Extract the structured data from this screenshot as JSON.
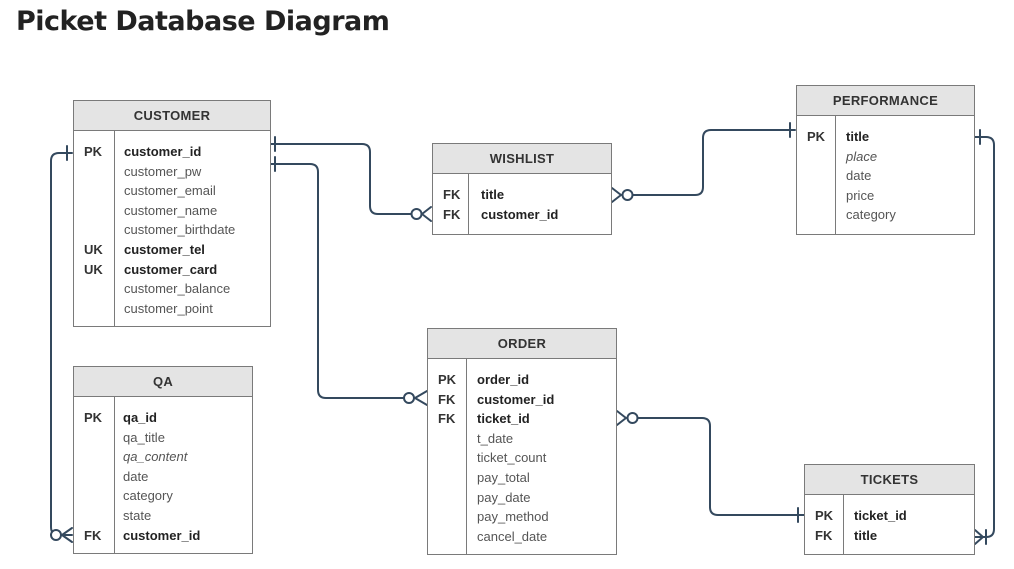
{
  "title": "Picket Database Diagram",
  "colors": {
    "line": "#34495e",
    "header": "#e4e4e4",
    "border": "#7a7a7a"
  },
  "entities": {
    "customer": {
      "name": "CUSTOMER",
      "rows": [
        {
          "key": "PK",
          "attr": "customer_id",
          "style": "bold"
        },
        {
          "key": "",
          "attr": "customer_pw",
          "style": ""
        },
        {
          "key": "",
          "attr": "customer_email",
          "style": ""
        },
        {
          "key": "",
          "attr": "customer_name",
          "style": ""
        },
        {
          "key": "",
          "attr": "customer_birthdate",
          "style": ""
        },
        {
          "key": "UK",
          "attr": "customer_tel",
          "style": "bold"
        },
        {
          "key": "UK",
          "attr": "customer_card",
          "style": "bold"
        },
        {
          "key": "",
          "attr": "customer_balance",
          "style": ""
        },
        {
          "key": "",
          "attr": "customer_point",
          "style": ""
        }
      ]
    },
    "qa": {
      "name": "QA",
      "rows": [
        {
          "key": "PK",
          "attr": "qa_id",
          "style": "bold"
        },
        {
          "key": "",
          "attr": "qa_title",
          "style": ""
        },
        {
          "key": "",
          "attr": "qa_content",
          "style": "italic"
        },
        {
          "key": "",
          "attr": "date",
          "style": ""
        },
        {
          "key": "",
          "attr": "category",
          "style": ""
        },
        {
          "key": "",
          "attr": "state",
          "style": ""
        },
        {
          "key": "FK",
          "attr": "customer_id",
          "style": "bold"
        }
      ]
    },
    "wishlist": {
      "name": "WISHLIST",
      "rows": [
        {
          "key": "FK",
          "attr": "title",
          "style": "bold"
        },
        {
          "key": "FK",
          "attr": "customer_id",
          "style": "bold"
        }
      ]
    },
    "performance": {
      "name": "PERFORMANCE",
      "rows": [
        {
          "key": "PK",
          "attr": "title",
          "style": "bold"
        },
        {
          "key": "",
          "attr": "place",
          "style": "italic"
        },
        {
          "key": "",
          "attr": "date",
          "style": ""
        },
        {
          "key": "",
          "attr": "price",
          "style": ""
        },
        {
          "key": "",
          "attr": "category",
          "style": ""
        }
      ]
    },
    "order": {
      "name": "ORDER",
      "rows": [
        {
          "key": "PK",
          "attr": "order_id",
          "style": "bold"
        },
        {
          "key": "FK",
          "attr": "customer_id",
          "style": "bold"
        },
        {
          "key": "FK",
          "attr": "ticket_id",
          "style": "bold"
        },
        {
          "key": "",
          "attr": "t_date",
          "style": ""
        },
        {
          "key": "",
          "attr": "ticket_count",
          "style": ""
        },
        {
          "key": "",
          "attr": "pay_total",
          "style": ""
        },
        {
          "key": "",
          "attr": "pay_date",
          "style": ""
        },
        {
          "key": "",
          "attr": "pay_method",
          "style": ""
        },
        {
          "key": "",
          "attr": "cancel_date",
          "style": ""
        }
      ]
    },
    "tickets": {
      "name": "TICKETS",
      "rows": [
        {
          "key": "PK",
          "attr": "ticket_id",
          "style": "bold"
        },
        {
          "key": "FK",
          "attr": "title",
          "style": "bold"
        }
      ]
    }
  }
}
